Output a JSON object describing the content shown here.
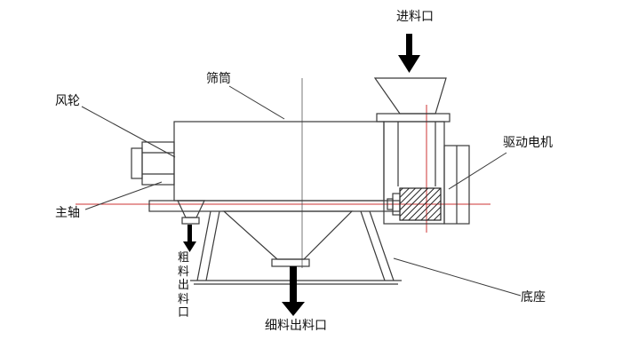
{
  "labels": {
    "feed_inlet": "进料口",
    "sieve_drum": "筛筒",
    "wind_wheel": "风轮",
    "main_shaft": "主轴",
    "coarse_outlet": "粗\n料\n出\n料\n口",
    "fine_outlet": "细料出料口",
    "drive_motor": "驱动电机",
    "base": "底座"
  },
  "colors": {
    "line": "#3a3a3a",
    "centerline_red": "#cc3333",
    "arrow_black": "#000000",
    "background": "#ffffff"
  }
}
